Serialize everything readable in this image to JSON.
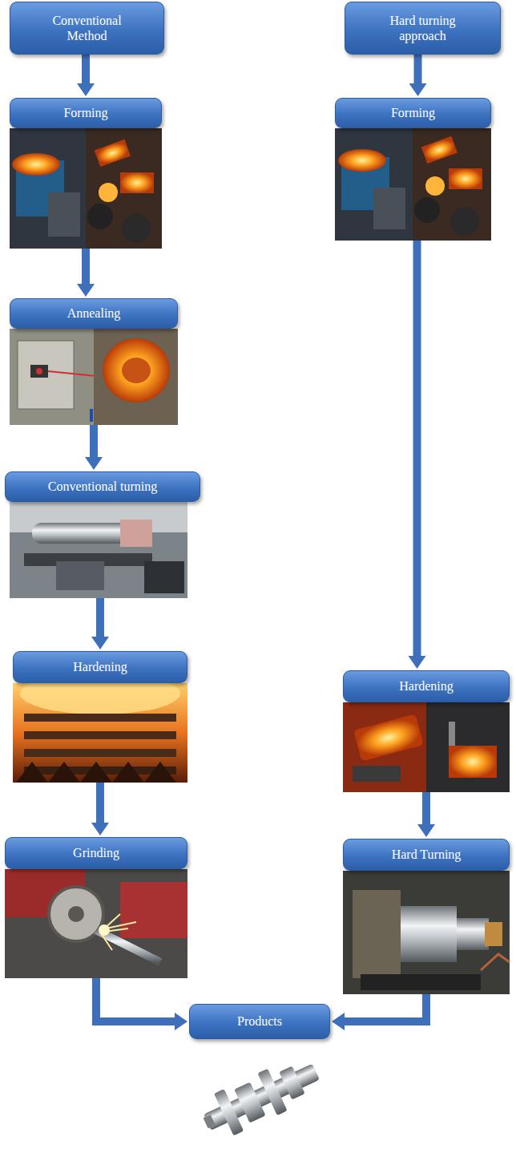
{
  "diagram": {
    "nodes": [
      {
        "text": [
          "Conventional Method"
        ]
      },
      {
        "text": [
          "Forming"
        ]
      },
      {
        "text": [
          "Annealing"
        ]
      },
      {
        "text": [
          "Conventional turning"
        ]
      },
      {
        "text": [
          "Hardening"
        ]
      },
      {
        "text": [
          "Grinding"
        ]
      },
      {
        "text": [
          "Hard turning approach"
        ]
      },
      {
        "text": [
          "Forming"
        ]
      },
      {
        "text": [
          "Hardening"
        ]
      },
      {
        "text": [
          "Hard Turning"
        ]
      },
      {
        "text": [
          "Products"
        ]
      }
    ],
    "edges": [
      {
        "from": 0,
        "to": 1,
        "arrow": "to"
      },
      {
        "from": 1,
        "to": 2,
        "arrow": "to"
      },
      {
        "from": 2,
        "to": 3,
        "arrow": "to"
      },
      {
        "from": 3,
        "to": 4,
        "arrow": "to"
      },
      {
        "from": 4,
        "to": 5,
        "arrow": "to"
      },
      {
        "from": 5,
        "to": 10,
        "arrow": "to"
      },
      {
        "from": 6,
        "to": 7,
        "arrow": "to"
      },
      {
        "from": 7,
        "to": 8,
        "arrow": "to"
      },
      {
        "from": 8,
        "to": 9,
        "arrow": "to"
      },
      {
        "from": 9,
        "to": 10,
        "arrow": "to"
      }
    ]
  }
}
